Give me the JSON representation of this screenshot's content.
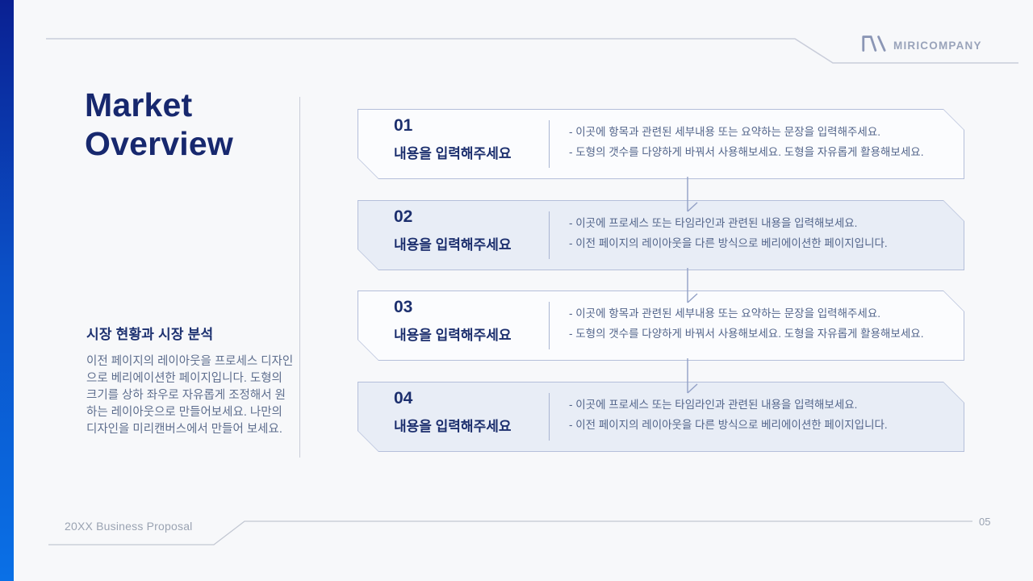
{
  "brand": {
    "name": "MIRICOMPANY",
    "icon": "miricompany-logo-icon"
  },
  "title": {
    "line1": "Market",
    "line2": "Overview"
  },
  "left_panel": {
    "heading": "시장 현황과 시장 분석",
    "body": "이전 페이지의 레이아웃을 프로세스 디자인으로 베리에이션한 페이지입니다. 도형의 크기를 상하 좌우로 자유롭게 조정해서 원하는 레이아웃으로 만들어보세요. 나만의 디자인을 미리캔버스에서 만들어 보세요."
  },
  "steps": [
    {
      "number": "01",
      "title": "내용을 입력해주세요",
      "lines": [
        "- 이곳에 항목과 관련된 세부내용 또는 요약하는 문장을 입력해주세요.",
        "- 도형의 갯수를 다양하게 바꿔서 사용해보세요. 도형을 자유롭게 활용해보세요."
      ]
    },
    {
      "number": "02",
      "title": "내용을 입력해주세요",
      "lines": [
        "- 이곳에 프로세스 또는 타임라인과 관련된 내용을 입력해보세요.",
        "- 이전 페이지의 레이아웃을 다른 방식으로 베리에이션한 페이지입니다."
      ]
    },
    {
      "number": "03",
      "title": "내용을 입력해주세요",
      "lines": [
        "- 이곳에 항목과 관련된 세부내용 또는 요약하는 문장을 입력해주세요.",
        "- 도형의 갯수를 다양하게 바꿔서 사용해보세요. 도형을 자유롭게 활용해보세요."
      ]
    },
    {
      "number": "04",
      "title": "내용을 입력해주세요",
      "lines": [
        "- 이곳에 프로세스 또는 타임라인과 관련된 내용을 입력해보세요.",
        "- 이전 페이지의 레이아웃을 다른 방식으로 베리에이션한 페이지입니다."
      ]
    }
  ],
  "footer": {
    "left": "20XX Business Proposal",
    "page": "05"
  },
  "colors": {
    "accent_gradient_top": "#0a2092",
    "accent_gradient_bottom": "#0a70e6",
    "navy_text": "#1c2f6e",
    "body_text": "#5e6e8e",
    "desc_text": "#52648a",
    "box_border": "#b5bfda",
    "box_fill_light": "#fbfcfe",
    "box_fill_tinted": "#e8edf6",
    "frame_line": "#c9cdda",
    "muted_text": "#9aa3b2",
    "connector_line": "#92a0c6"
  }
}
